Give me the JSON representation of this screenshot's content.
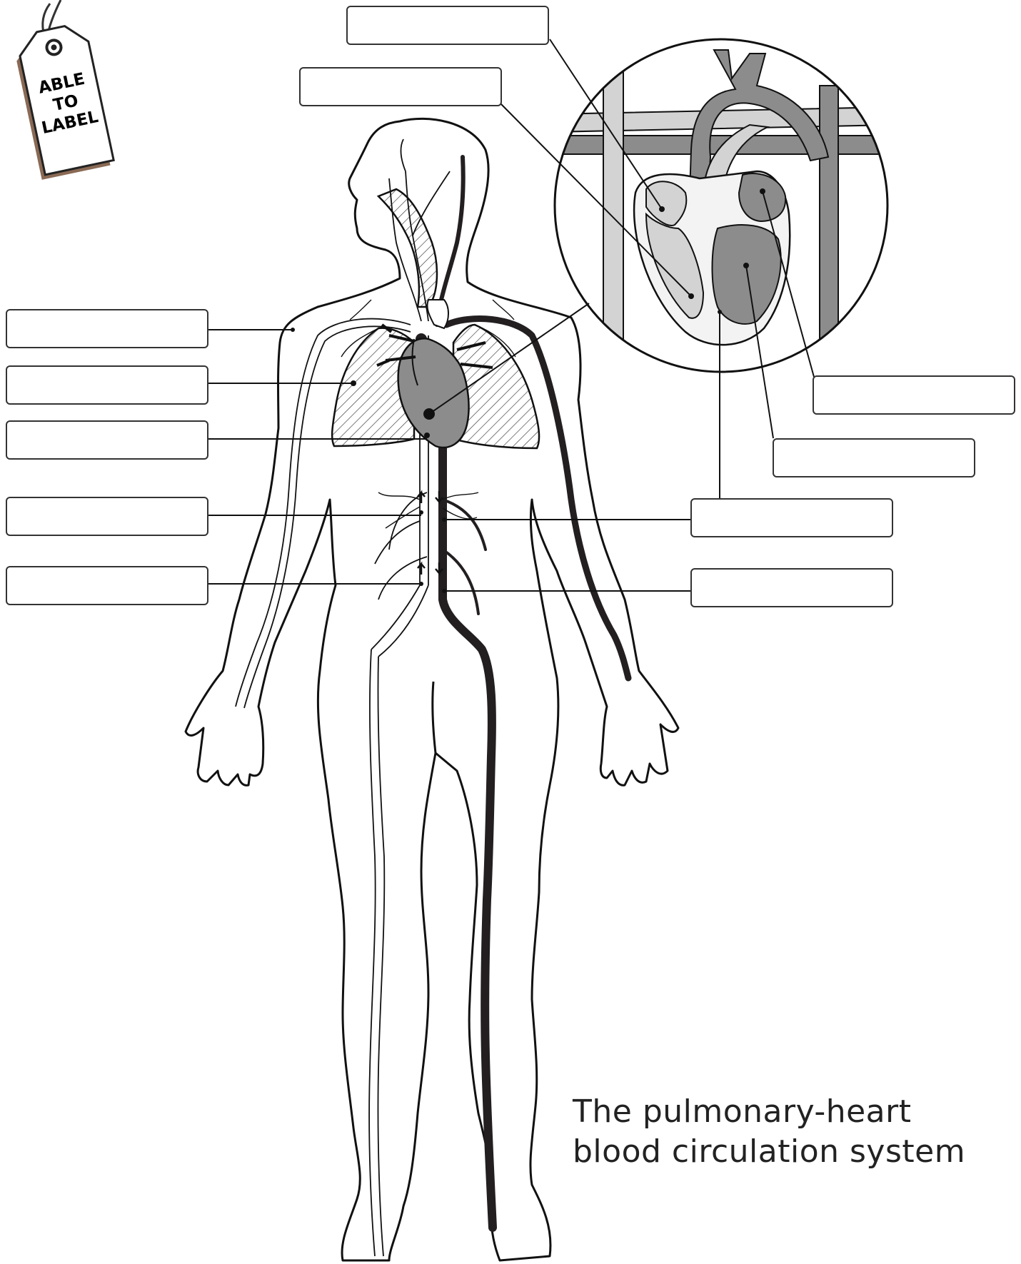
{
  "tag": {
    "line1": "ABLE",
    "line2": "TO",
    "line3": "LABEL"
  },
  "caption": {
    "line1": "The pulmonary-heart",
    "line2": "blood circulation system"
  },
  "label_boxes": [
    {
      "name": "label-box-top-1",
      "text": ""
    },
    {
      "name": "label-box-top-2",
      "text": ""
    },
    {
      "name": "label-box-left-1",
      "text": ""
    },
    {
      "name": "label-box-left-2",
      "text": ""
    },
    {
      "name": "label-box-left-3",
      "text": ""
    },
    {
      "name": "label-box-left-4",
      "text": ""
    },
    {
      "name": "label-box-left-5",
      "text": ""
    },
    {
      "name": "label-box-right-1",
      "text": ""
    },
    {
      "name": "label-box-right-2",
      "text": ""
    },
    {
      "name": "label-box-right-3",
      "text": ""
    },
    {
      "name": "label-box-right-4",
      "text": ""
    }
  ],
  "colors": {
    "outline": "#111111",
    "artery_dark": "#231f20",
    "vessel_light": "#d3d3d3",
    "heart_gray": "#8c8c8c",
    "tag_shadow": "#8a6a55"
  }
}
